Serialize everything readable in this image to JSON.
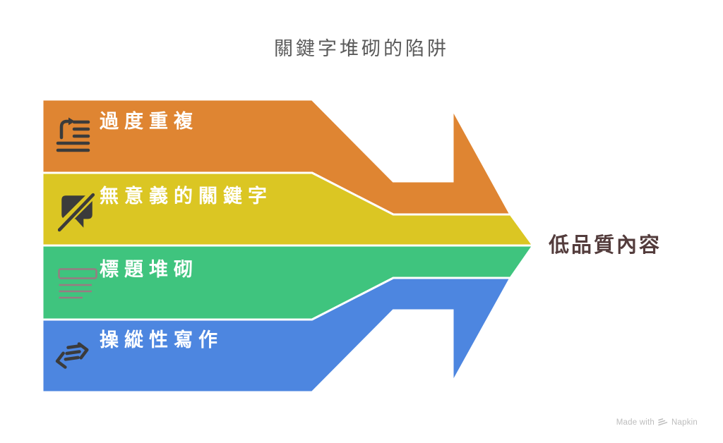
{
  "title": "關鍵字堆砌的陷阱",
  "bands": [
    {
      "label": "過度重複",
      "color": "#DF8532",
      "icon": "repeat-lines-icon"
    },
    {
      "label": "無意義的關鍵字",
      "color": "#DBC623",
      "icon": "comment-slash-icon"
    },
    {
      "label": "標題堆砌",
      "color": "#3FC47E",
      "icon": "heading-lines-icon"
    },
    {
      "label": "操縱性寫作",
      "color": "#4D86E0",
      "icon": "code-lines-icon"
    }
  ],
  "result": {
    "label": "低品質內容",
    "color": "#533C3C"
  },
  "palette": {
    "icon_dark": "#3B3B3B",
    "icon_muted": "#9A7A82",
    "title_text": "#5A5A5A",
    "watermark_text": "#BDBDBD"
  },
  "watermark": {
    "prefix": "Made with",
    "brand": "Napkin"
  }
}
